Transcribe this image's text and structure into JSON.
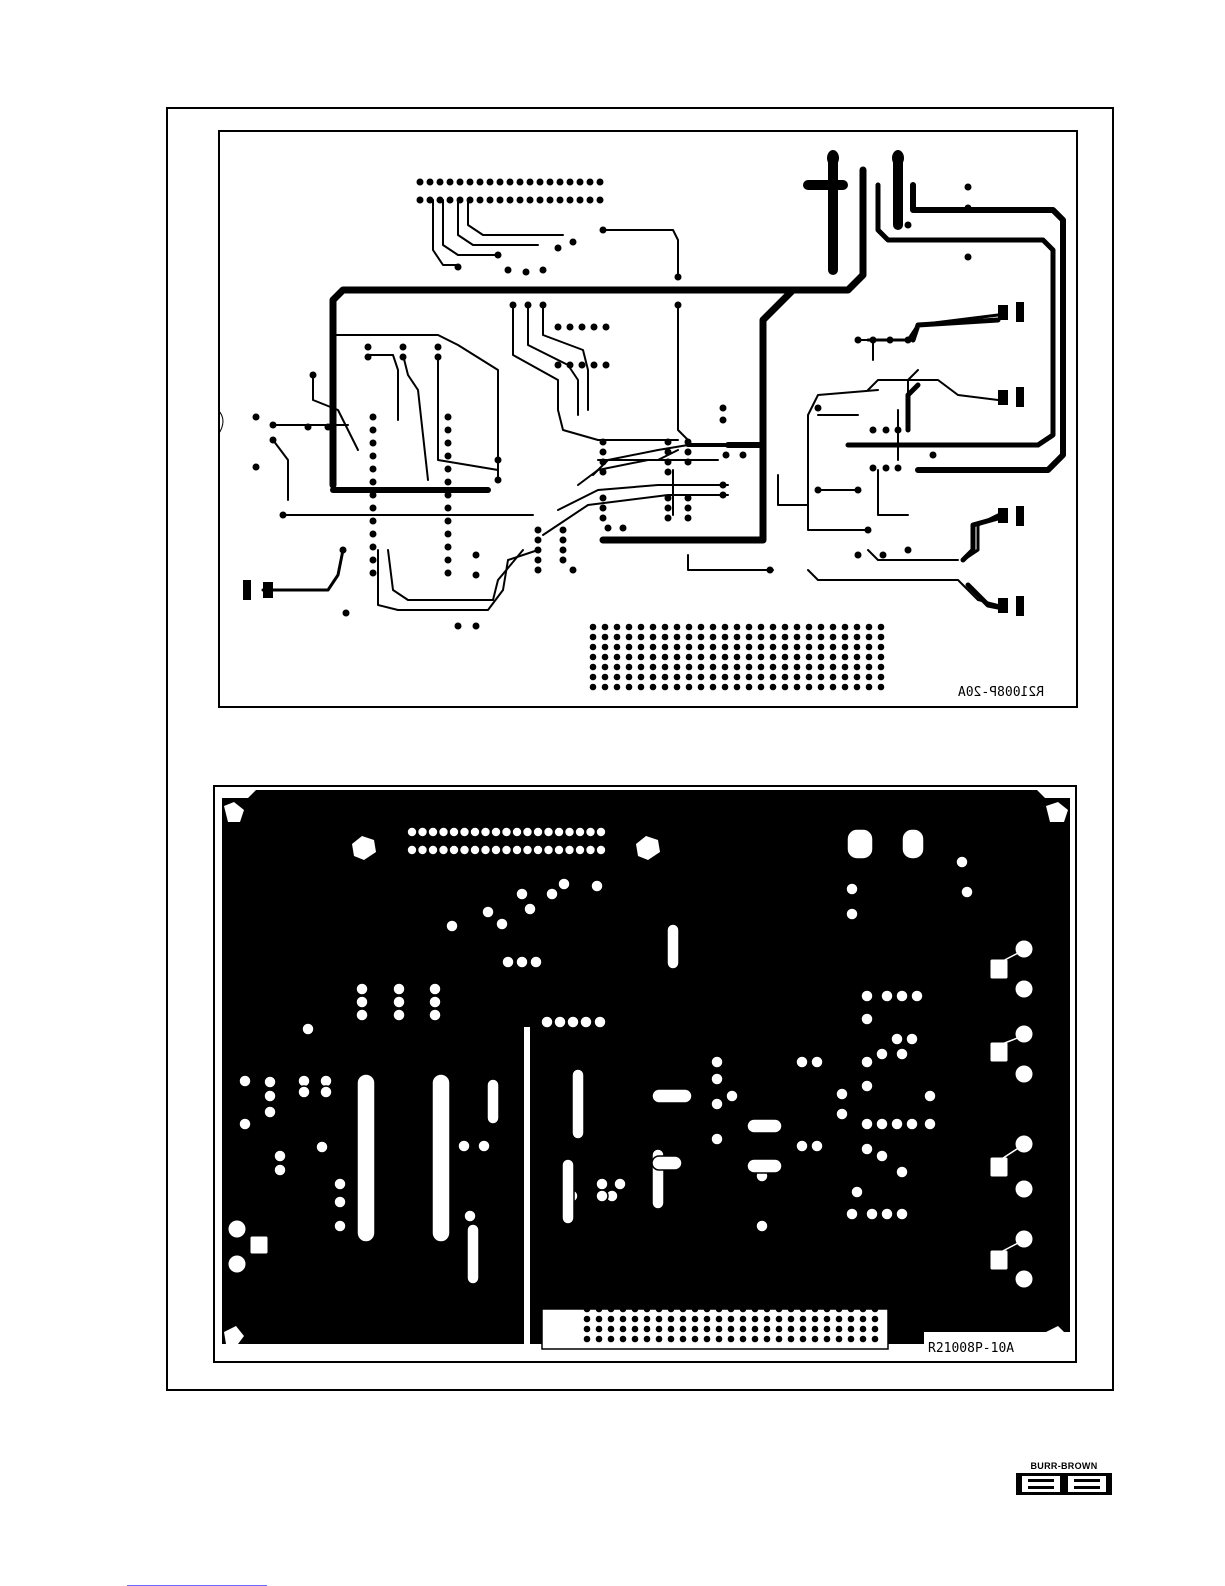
{
  "figure": {
    "top_board_label": "R21008P-20A",
    "bottom_board_label": "R21008P-10A"
  },
  "logo": {
    "text": "BURR-BROWN",
    "mark": "BB"
  }
}
